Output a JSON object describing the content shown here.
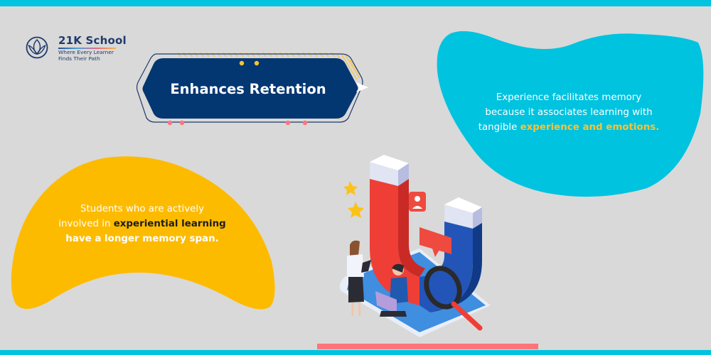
{
  "logo": {
    "name": "21K School",
    "tagline_line1": "Where Every Learner",
    "tagline_line2": "Finds Their Path",
    "icon": "lotus-circle-icon"
  },
  "header": {
    "title": "Enhances Retention"
  },
  "cards": {
    "cyan": {
      "line1": "Experience facilitates memory",
      "line2": "because it associates learning with",
      "line3_plain": "tangible ",
      "line3_highlight": "experience and emotions."
    },
    "yellow": {
      "line1": "Students who are actively",
      "line2_plain": "involved in ",
      "line2_highlight": "experiential learning",
      "line3": "have a longer memory span."
    }
  },
  "illustration": {
    "description": "magnet-with-teacher-and-student-illustration"
  },
  "colors": {
    "background": "#d9d9d9",
    "cyan": "#00c3e0",
    "yellow": "#fdbb00",
    "navy": "#033772",
    "pink": "#ff7479",
    "highlight_yellow": "#f7c338"
  }
}
